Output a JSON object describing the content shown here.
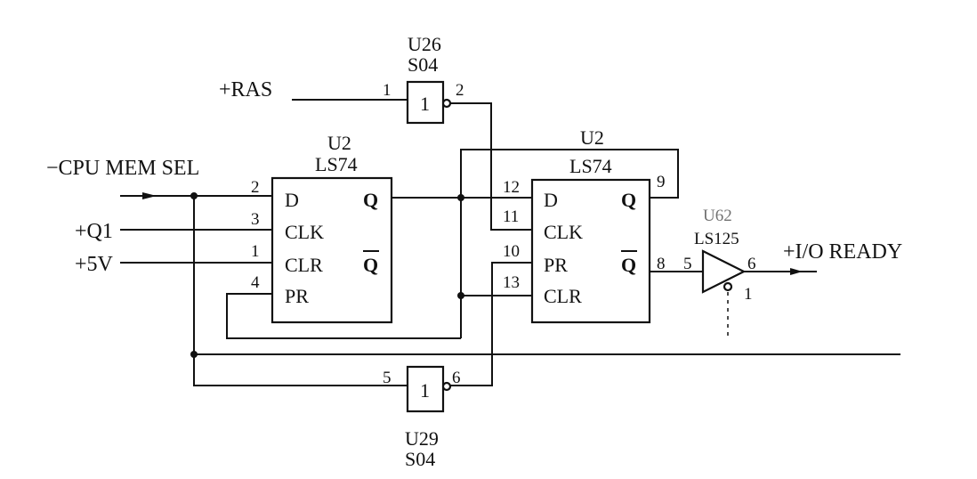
{
  "signals": {
    "ras": "+RAS",
    "cpu_mem_sel": "−CPU MEM SEL",
    "q1": "+Q1",
    "v5": "+5V",
    "io_ready": "+I/O READY"
  },
  "u26": {
    "ref": "U26",
    "part": "S04",
    "body": "1",
    "pin_in": "1",
    "pin_out": "2"
  },
  "u29": {
    "ref": "U29",
    "part": "S04",
    "body": "1",
    "pin_in": "5",
    "pin_out": "6"
  },
  "u62": {
    "ref": "U62",
    "part": "LS125",
    "pin_in": "5",
    "pin_out": "6",
    "pin_en": "1"
  },
  "ff1": {
    "ref": "U2",
    "part": "LS74",
    "labels": {
      "d": "D",
      "clk": "CLK",
      "clr": "CLR",
      "pr": "PR",
      "q": "Q",
      "qbar": "Q"
    },
    "pins": {
      "d": "2",
      "clk": "3",
      "clr": "1",
      "pr": "4"
    }
  },
  "ff2": {
    "ref": "U2",
    "part": "LS74",
    "labels": {
      "d": "D",
      "clk": "CLK",
      "pr": "PR",
      "clr": "CLR",
      "q": "Q",
      "qbar": "Q"
    },
    "pins": {
      "d": "12",
      "clk": "11",
      "pr": "10",
      "clr": "13",
      "q": "9",
      "qbar": "8"
    }
  },
  "colors": {
    "ink": "#111111",
    "paper": "#ffffff"
  }
}
